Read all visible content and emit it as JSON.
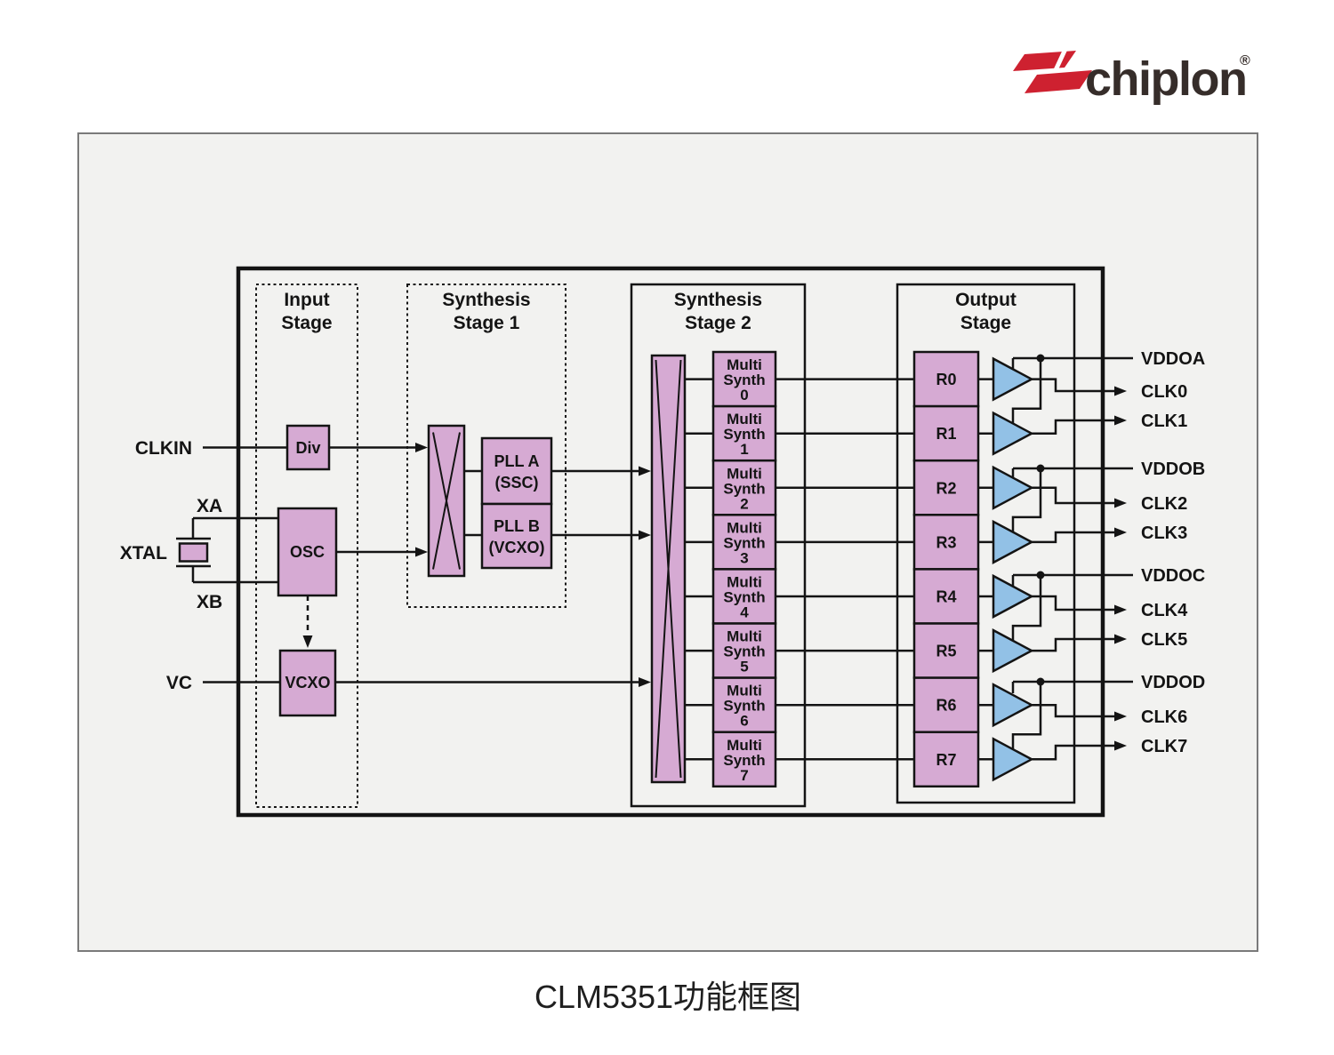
{
  "logo": {
    "brand": "chiplon",
    "registered_mark": "®",
    "color_red": "#ce2130",
    "color_text": "#362d2a"
  },
  "caption": "CLM5351功能框图",
  "colors": {
    "block_fill": "#d6aad3",
    "buffer_fill": "#92c1e6",
    "wire": "#141414",
    "frame_fill": "#f2f2f0"
  },
  "stages": {
    "input": {
      "line1": "Input",
      "line2": "Stage"
    },
    "synth1": {
      "line1": "Synthesis",
      "line2": "Stage 1"
    },
    "synth2": {
      "line1": "Synthesis",
      "line2": "Stage 2"
    },
    "output": {
      "line1": "Output",
      "line2": "Stage"
    }
  },
  "pins": {
    "clkin": "CLKIN",
    "xa": "XA",
    "xb": "XB",
    "xtal": "XTAL",
    "vc": "VC"
  },
  "blocks": {
    "div": "Div",
    "osc": "OSC",
    "vcxo": "VCXO",
    "pll_a": {
      "line1": "PLL A",
      "line2": "(SSC)"
    },
    "pll_b": {
      "line1": "PLL B",
      "line2": "(VCXO)"
    }
  },
  "multisynth": {
    "line1": "Multi",
    "line2": "Synth",
    "ids": [
      "0",
      "1",
      "2",
      "3",
      "4",
      "5",
      "6",
      "7"
    ]
  },
  "r_labels": [
    "R0",
    "R1",
    "R2",
    "R3",
    "R4",
    "R5",
    "R6",
    "R7"
  ],
  "outputs": {
    "vdd": [
      "VDDOA",
      "VDDOB",
      "VDDOC",
      "VDDOD"
    ],
    "clk": [
      "CLK0",
      "CLK1",
      "CLK2",
      "CLK3",
      "CLK4",
      "CLK5",
      "CLK6",
      "CLK7"
    ]
  }
}
